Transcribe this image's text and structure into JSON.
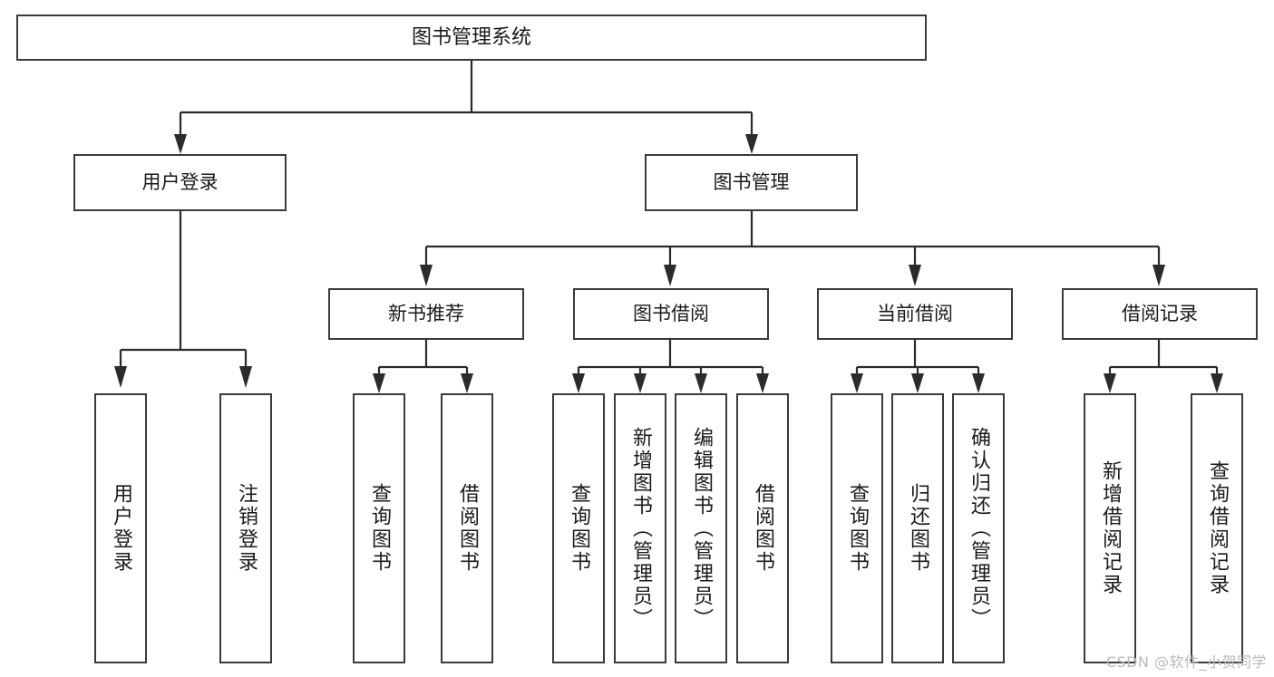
{
  "diagram": {
    "title": "图书管理系统",
    "type": "tree-hierarchy",
    "watermark": "CSDN @软件_小贺同学",
    "colors": {
      "box_border": "#3a3a3a",
      "box_fill": "#ffffff",
      "connector": "#2b2b2b",
      "text": "#1a1a1a",
      "watermark": "#b9b9b9"
    }
  },
  "nodes": {
    "root": {
      "label": "图书管理系统"
    },
    "level2": [
      {
        "label": "用户登录"
      },
      {
        "label": "图书管理"
      }
    ],
    "level3": [
      {
        "label": "新书推荐"
      },
      {
        "label": "图书借阅"
      },
      {
        "label": "当前借阅"
      },
      {
        "label": "借阅记录"
      }
    ],
    "leaves": {
      "user_login": [
        {
          "label": "用户登录"
        },
        {
          "label": "注销登录"
        }
      ],
      "new_book_recommend": [
        {
          "label": "查询图书"
        },
        {
          "label": "借阅图书"
        }
      ],
      "book_borrow": [
        {
          "label": "查询图书"
        },
        {
          "label": "新增图书（管理员）"
        },
        {
          "label": "编辑图书（管理员）"
        },
        {
          "label": "借阅图书"
        }
      ],
      "current_borrow": [
        {
          "label": "查询图书"
        },
        {
          "label": "归还图书"
        },
        {
          "label": "确认归还（管理员）"
        }
      ],
      "borrow_record": [
        {
          "label": "新增借阅记录"
        },
        {
          "label": "查询借阅记录"
        }
      ]
    }
  }
}
